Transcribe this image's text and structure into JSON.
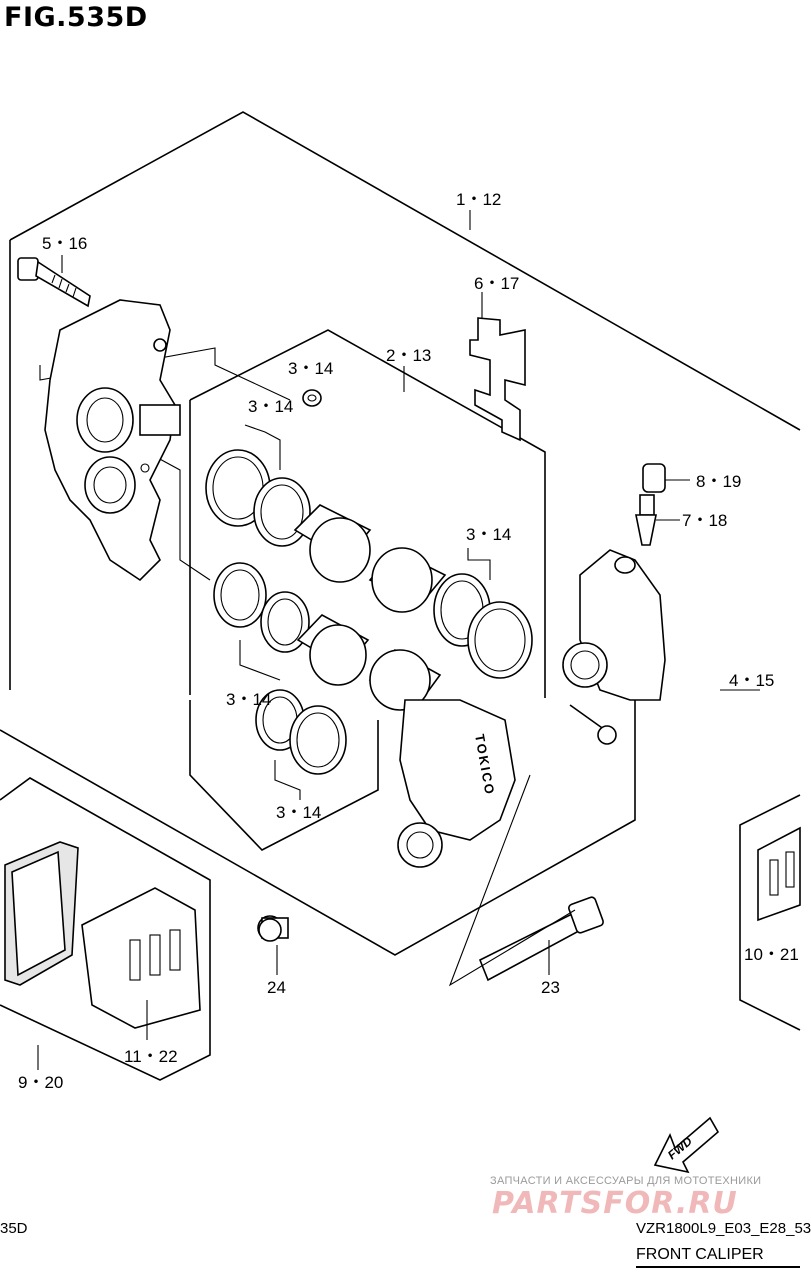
{
  "figure": {
    "title": "FIG.535D"
  },
  "labels": {
    "l1": "1・12",
    "l5": "5・16",
    "l6": "6・17",
    "l2": "2・13",
    "l3a": "3・14",
    "l3b": "3・14",
    "l3c": "3・14",
    "l3d": "3・14",
    "l3e": "3・14",
    "l8": "8・19",
    "l7": "7・18",
    "l4": "4・15",
    "l10": "10・21",
    "l11": "11・22",
    "l9": "9・20",
    "l24": "24",
    "l23": "23"
  },
  "caliper_brand": "TOKICO",
  "fwd_arrow": "FWD",
  "watermark": {
    "tagline": "ЗАПЧАСТИ И АКСЕССУАРЫ ДЛЯ МОТОТЕХНИКИ",
    "logo": "PARTSFOR.RU"
  },
  "footer": {
    "code_left": "35D",
    "code_right": "VZR1800L9_E03_E28_53",
    "caption": "FRONT CALIPER"
  }
}
